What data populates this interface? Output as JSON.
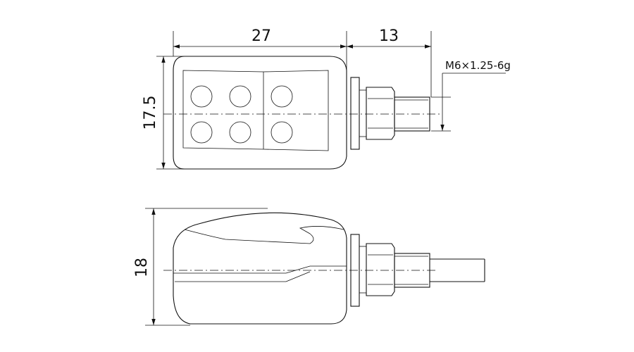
{
  "dimensions": {
    "top_length": "27",
    "stem_length": "13",
    "top_height": "17.5",
    "side_height": "18",
    "thread": "M6×1.25-6g"
  }
}
